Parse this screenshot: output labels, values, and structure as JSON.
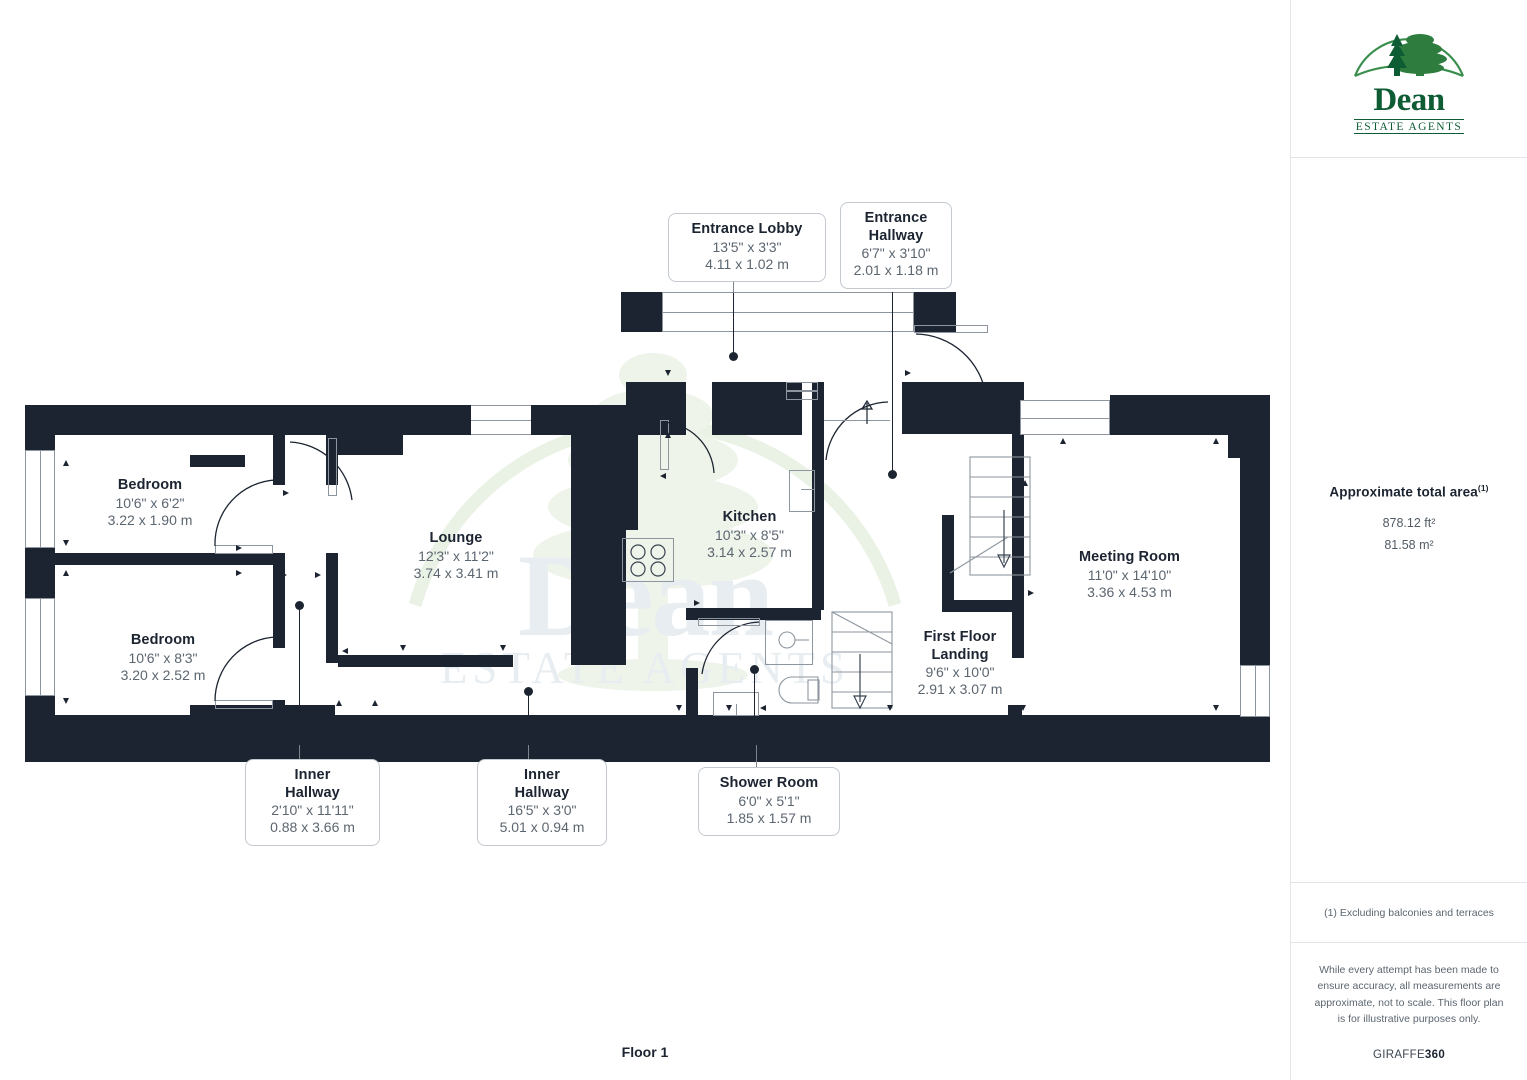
{
  "brand": {
    "name": "Dean",
    "tagline": "ESTATE AGENTS",
    "logo_icon": "cedar-tree-icon",
    "color": "#0d5c34"
  },
  "side_panel": {
    "area_title": "Approximate total area",
    "area_footnote_marker": "(1)",
    "area_sqft": "878.12 ft²",
    "area_sqm": "81.58 m²",
    "footnote": "(1) Excluding balconies and terraces",
    "disclaimer": "While every attempt has been made to ensure accuracy, all measurements are approximate, not to scale. This floor plan is for illustrative purposes only.",
    "provider_prefix": "GIRAFFE",
    "provider_suffix": "360"
  },
  "floor_caption": "Floor 1",
  "watermark": {
    "line1": "Dean",
    "line2": "ESTATE AGENTS"
  },
  "colors": {
    "wall": "#1b2430",
    "room_fill": "#ffffff",
    "label_text": "#1b2430",
    "dim_text": "#5c6670",
    "brand_green": "#0d5c34",
    "watermark": "#e7edf1"
  },
  "rooms": [
    {
      "id": "entrance-lobby",
      "name": "Entrance Lobby",
      "dim_imperial": "13'5\" x 3'3\"",
      "dim_metric": "4.11 x 1.02 m"
    },
    {
      "id": "entrance-hallway",
      "name": "Entrance Hallway",
      "name_l1": "Entrance",
      "name_l2": "Hallway",
      "dim_imperial": "6'7\" x 3'10\"",
      "dim_metric": "2.01 x 1.18 m"
    },
    {
      "id": "bedroom-1",
      "name": "Bedroom",
      "dim_imperial": "10'6\" x 6'2\"",
      "dim_metric": "3.22 x 1.90 m"
    },
    {
      "id": "bedroom-2",
      "name": "Bedroom",
      "dim_imperial": "10'6\" x 8'3\"",
      "dim_metric": "3.20 x 2.52 m"
    },
    {
      "id": "lounge",
      "name": "Lounge",
      "dim_imperial": "12'3\" x 11'2\"",
      "dim_metric": "3.74 x 3.41 m"
    },
    {
      "id": "kitchen",
      "name": "Kitchen",
      "dim_imperial": "10'3\" x 8'5\"",
      "dim_metric": "3.14 x 2.57 m"
    },
    {
      "id": "meeting-room",
      "name": "Meeting Room",
      "dim_imperial": "11'0\" x 14'10\"",
      "dim_metric": "3.36 x 4.53 m"
    },
    {
      "id": "first-floor-landing",
      "name": "First Floor Landing",
      "name_l1": "First Floor",
      "name_l2": "Landing",
      "dim_imperial": "9'6\" x 10'0\"",
      "dim_metric": "2.91 x 3.07 m"
    },
    {
      "id": "inner-hallway-1",
      "name": "Inner Hallway",
      "name_l1": "Inner",
      "name_l2": "Hallway",
      "dim_imperial": "2'10\" x 11'11\"",
      "dim_metric": "0.88 x 3.66 m"
    },
    {
      "id": "inner-hallway-2",
      "name": "Inner Hallway",
      "name_l1": "Inner",
      "name_l2": "Hallway",
      "dim_imperial": "16'5\" x 3'0\"",
      "dim_metric": "5.01 x 0.94 m"
    },
    {
      "id": "shower-room",
      "name": "Shower Room",
      "dim_imperial": "6'0\" x 5'1\"",
      "dim_metric": "1.85 x 1.57 m"
    }
  ],
  "fixtures": [
    {
      "id": "hob",
      "icon": "cooker-hob-icon",
      "room": "kitchen"
    },
    {
      "id": "shower-tray",
      "icon": "shower-tray-icon",
      "room": "shower-room"
    },
    {
      "id": "toilet",
      "icon": "toilet-icon",
      "room": "shower-room"
    },
    {
      "id": "basin",
      "icon": "wash-basin-icon",
      "room": "shower-room"
    },
    {
      "id": "stairs-up",
      "icon": "stairs-up-icon",
      "room": "first-floor-landing"
    },
    {
      "id": "stairs-down",
      "icon": "stairs-down-icon",
      "room": "first-floor-landing"
    }
  ]
}
